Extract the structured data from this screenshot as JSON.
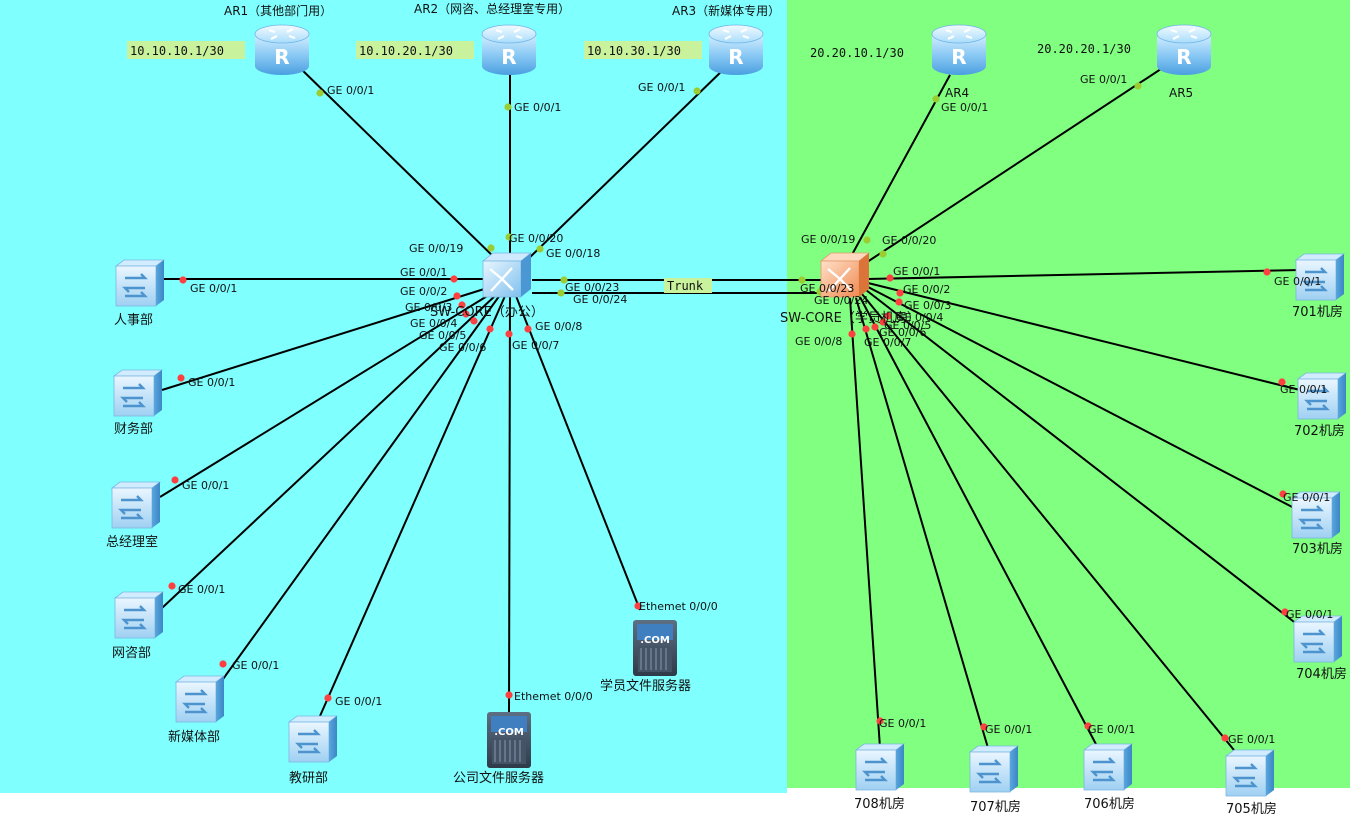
{
  "colors": {
    "office_zone": "#80ffff",
    "lab_zone": "#80ff80",
    "ip_highlight": "#c9f29c",
    "link": "#000000",
    "port_up": "#9acd32",
    "port_down": "#ff4040"
  },
  "routers": [
    {
      "label": "AR1（其他部门用）",
      "ip": "10.10.10.1/30",
      "port": "GE 0/0/1",
      "icon": "router-icon"
    },
    {
      "label": "AR2（网咨、总经理室专用）",
      "ip": "10.10.20.1/30",
      "port": "GE 0/0/1",
      "icon": "router-icon"
    },
    {
      "label": "AR3（新媒体专用）",
      "ip": "10.10.30.1/30",
      "port": "GE 0/0/1",
      "icon": "router-icon"
    },
    {
      "label": "AR4",
      "ip": "20.20.10.1/30",
      "port": "GE 0/0/1",
      "icon": "router-icon"
    },
    {
      "label": "AR5",
      "ip": "20.20.20.1/30",
      "port": "GE 0/0/1",
      "icon": "router-icon"
    }
  ],
  "core_switches": [
    {
      "label": "SW-CORE（办公）",
      "icon": "core-switch-icon"
    },
    {
      "label": "SW-CORE（学员机房）",
      "icon": "core-switch-icon"
    }
  ],
  "trunk_label": "Trunk",
  "office_core_ports": [
    "GE 0/0/19",
    "GE 0/0/20",
    "GE 0/0/18",
    "GE 0/0/1",
    "GE 0/0/2",
    "GE 0/0/3",
    "GE 0/0/4",
    "GE 0/0/5",
    "GE 0/0/6",
    "GE 0/0/7",
    "GE 0/0/8",
    "GE 0/0/23",
    "GE 0/0/24"
  ],
  "lab_core_ports": [
    "GE 0/0/19",
    "GE 0/0/20",
    "GE 0/0/1",
    "GE 0/0/2",
    "GE 0/0/3",
    "GE 0/0/4",
    "GE 0/0/5",
    "GE 0/0/6",
    "GE 0/0/7",
    "GE 0/0/8",
    "GE 0/0/23",
    "GE 0/0/24"
  ],
  "office_switches": [
    {
      "label": "人事部",
      "port": "GE 0/0/1"
    },
    {
      "label": "财务部",
      "port": "GE 0/0/1"
    },
    {
      "label": "总经理室",
      "port": "GE 0/0/1"
    },
    {
      "label": "网咨部",
      "port": "GE 0/0/1"
    },
    {
      "label": "新媒体部",
      "port": "GE 0/0/1"
    },
    {
      "label": "教研部",
      "port": "GE 0/0/1"
    }
  ],
  "servers": [
    {
      "label": "公司文件服务器",
      "port": "Ethemet 0/0/0",
      "badge": ".COM"
    },
    {
      "label": "学员文件服务器",
      "port": "Ethemet 0/0/0",
      "badge": ".COM"
    }
  ],
  "lab_switches": [
    {
      "label": "701机房",
      "port": "GE 0/0/1"
    },
    {
      "label": "702机房",
      "port": "GE 0/0/1"
    },
    {
      "label": "703机房",
      "port": "GE 0/0/1"
    },
    {
      "label": "704机房",
      "port": "GE 0/0/1"
    },
    {
      "label": "705机房",
      "port": "GE 0/0/1"
    },
    {
      "label": "706机房",
      "port": "GE 0/0/1"
    },
    {
      "label": "707机房",
      "port": "GE 0/0/1"
    },
    {
      "label": "708机房",
      "port": "GE 0/0/1"
    }
  ]
}
